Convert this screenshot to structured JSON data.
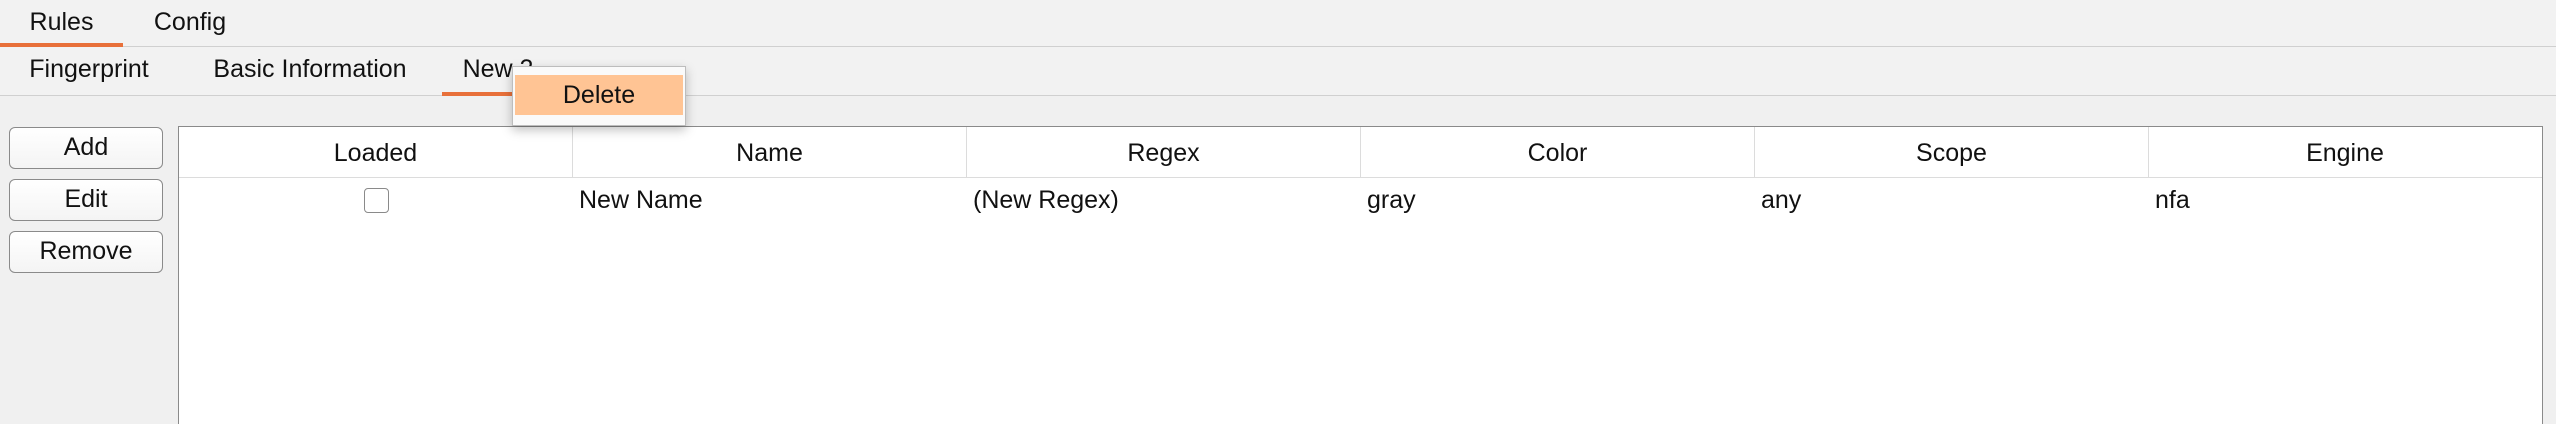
{
  "top_tabs": [
    {
      "label": "Rules",
      "active": true
    },
    {
      "label": "Config",
      "active": false
    }
  ],
  "sub_tabs": [
    {
      "label": "Fingerprint",
      "active": false
    },
    {
      "label": "Basic Information",
      "active": false
    },
    {
      "label": "New 2",
      "active": true
    }
  ],
  "side_buttons": {
    "add": "Add",
    "edit": "Edit",
    "remove": "Remove"
  },
  "table": {
    "columns": [
      "Loaded",
      "Name",
      "Regex",
      "Color",
      "Scope",
      "Engine"
    ],
    "rows": [
      {
        "loaded": false,
        "name": "New Name",
        "regex": "(New Regex)",
        "color": "gray",
        "scope": "any",
        "engine": "nfa"
      }
    ]
  },
  "context_menu": {
    "items": [
      "Delete"
    ]
  },
  "colors": {
    "accent": "#e8703a",
    "menu_highlight": "#ffc494"
  }
}
